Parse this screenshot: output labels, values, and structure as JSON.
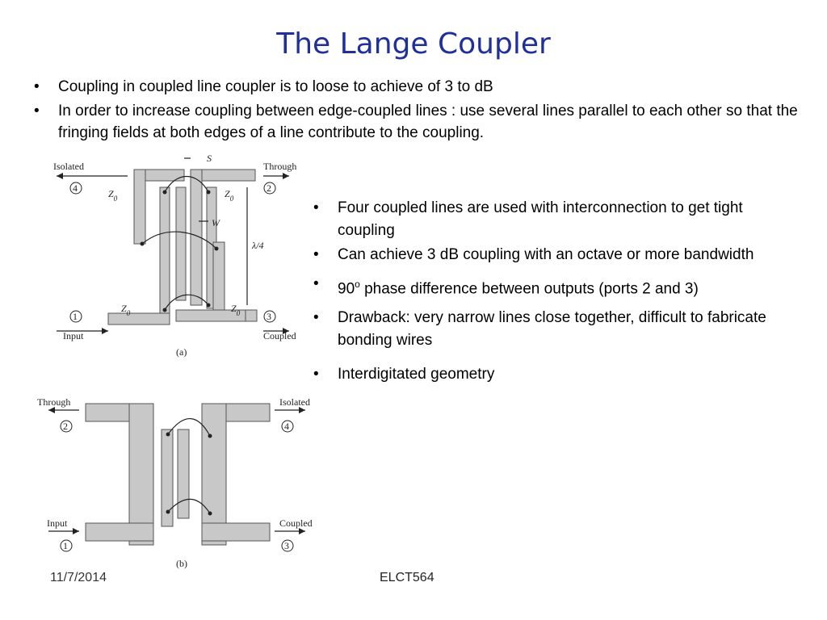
{
  "title": "The Lange Coupler",
  "top_bullets": [
    "Coupling in coupled line coupler is to loose to achieve of 3 to dB",
    "In order to increase coupling between edge-coupled lines :  use several lines parallel to each other so that the fringing fields at both edges of a line contribute to the coupling."
  ],
  "right_bullets": [
    "Four coupled lines are used with interconnection to get tight coupling",
    "Can achieve 3 dB coupling with an octave or more bandwidth",
    "phase difference between outputs (ports 2 and 3)",
    "Drawback: very narrow lines close together, difficult to fabricate bonding wires",
    "Interdigitated geometry"
  ],
  "phase_value": "90",
  "phase_sup": "o",
  "figure_a": {
    "isolated": "Isolated",
    "through": "Through",
    "input": "Input",
    "coupled": "Coupled",
    "port1": "1",
    "port2": "2",
    "port3": "3",
    "port4": "4",
    "z0": "Z",
    "z0_sub": "0",
    "s": "S",
    "w": "W",
    "length": "λ/4",
    "caption": "(a)"
  },
  "figure_b": {
    "through": "Through",
    "isolated": "Isolated",
    "input": "Input",
    "coupled": "Coupled",
    "port1": "1",
    "port2": "2",
    "port3": "3",
    "port4": "4",
    "caption": "(b)"
  },
  "footer": {
    "date": "11/7/2014",
    "course": "ELCT564"
  },
  "colors": {
    "title": "#1f2f9c",
    "strip": "#c8c8c8"
  }
}
